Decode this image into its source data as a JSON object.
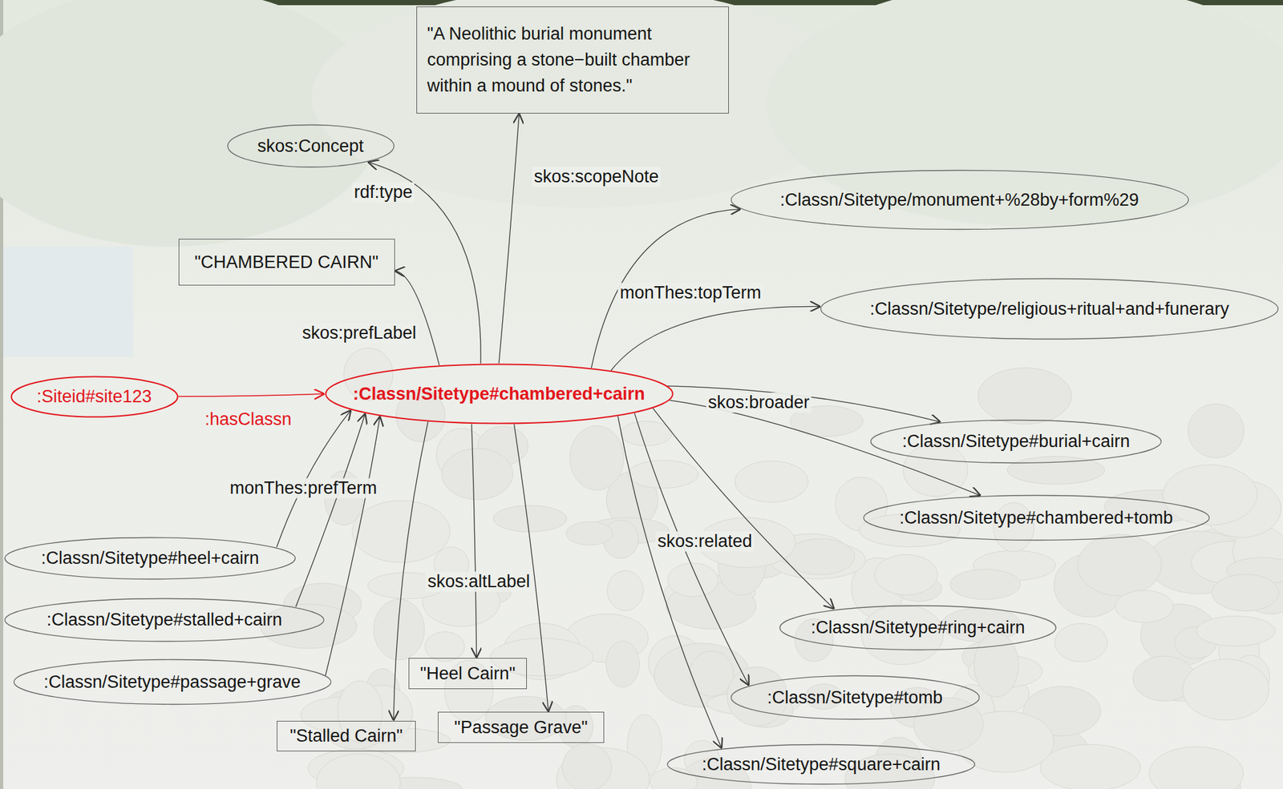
{
  "diagram": {
    "nodes": [
      {
        "text": [
          "\"A Neolithic burial monument comprising a stone−built chamber within a mound of stones.\""
        ]
      },
      {
        "text": [
          "skos:Concept"
        ]
      },
      {
        "text": [
          "\"CHAMBERED CAIRN\""
        ]
      },
      {
        "text": [
          ":Classn/Sitetype/monument+%28by+form%29"
        ]
      },
      {
        "text": [
          ":Classn/Sitetype/religious+ritual+and+funerary"
        ]
      },
      {
        "text": [
          ":Siteid#site123"
        ]
      },
      {
        "text": [
          ":Classn/Sitetype#chambered+cairn"
        ]
      },
      {
        "text": [
          ":Classn/Sitetype#burial+cairn"
        ]
      },
      {
        "text": [
          ":Classn/Sitetype#chambered+tomb"
        ]
      },
      {
        "text": [
          ":Classn/Sitetype#heel+cairn"
        ]
      },
      {
        "text": [
          ":Classn/Sitetype#stalled+cairn"
        ]
      },
      {
        "text": [
          ":Classn/Sitetype#passage+grave"
        ]
      },
      {
        "text": [
          ":Classn/Sitetype#ring+cairn"
        ]
      },
      {
        "text": [
          "\"Heel Cairn\""
        ]
      },
      {
        "text": [
          ":Classn/Sitetype#tomb"
        ]
      },
      {
        "text": [
          "\"Stalled Cairn\""
        ]
      },
      {
        "text": [
          "\"Passage Grave\""
        ]
      },
      {
        "text": [
          ":Classn/Sitetype#square+cairn"
        ]
      }
    ],
    "edges": [
      {
        "from": 6,
        "to": 1,
        "arrow": "to",
        "label": "rdf:type"
      },
      {
        "from": 6,
        "to": 0,
        "arrow": "to",
        "label": "skos:scopeNote"
      },
      {
        "from": 6,
        "to": 2,
        "arrow": "to",
        "label": "skos:prefLabel"
      },
      {
        "from": 6,
        "to": 3,
        "arrow": "to",
        "label": "monThes:topTerm"
      },
      {
        "from": 6,
        "to": 4,
        "arrow": "to"
      },
      {
        "from": 5,
        "to": 6,
        "arrow": "to",
        "label": ":hasClassn"
      },
      {
        "from": 6,
        "to": 7,
        "arrow": "to",
        "label": "skos:broader"
      },
      {
        "from": 6,
        "to": 8,
        "arrow": "to"
      },
      {
        "from": 9,
        "to": 6,
        "arrow": "to",
        "label": "monThes:prefTerm"
      },
      {
        "from": 10,
        "to": 6,
        "arrow": "to"
      },
      {
        "from": 11,
        "to": 6,
        "arrow": "to"
      },
      {
        "from": 6,
        "to": 12,
        "arrow": "to",
        "label": "skos:related"
      },
      {
        "from": 6,
        "to": 14,
        "arrow": "to"
      },
      {
        "from": 6,
        "to": 17,
        "arrow": "to"
      },
      {
        "from": 6,
        "to": 13,
        "arrow": "to",
        "label": "skos:altLabel"
      },
      {
        "from": 6,
        "to": 15,
        "arrow": "to"
      },
      {
        "from": 6,
        "to": 16,
        "arrow": "to"
      }
    ]
  }
}
